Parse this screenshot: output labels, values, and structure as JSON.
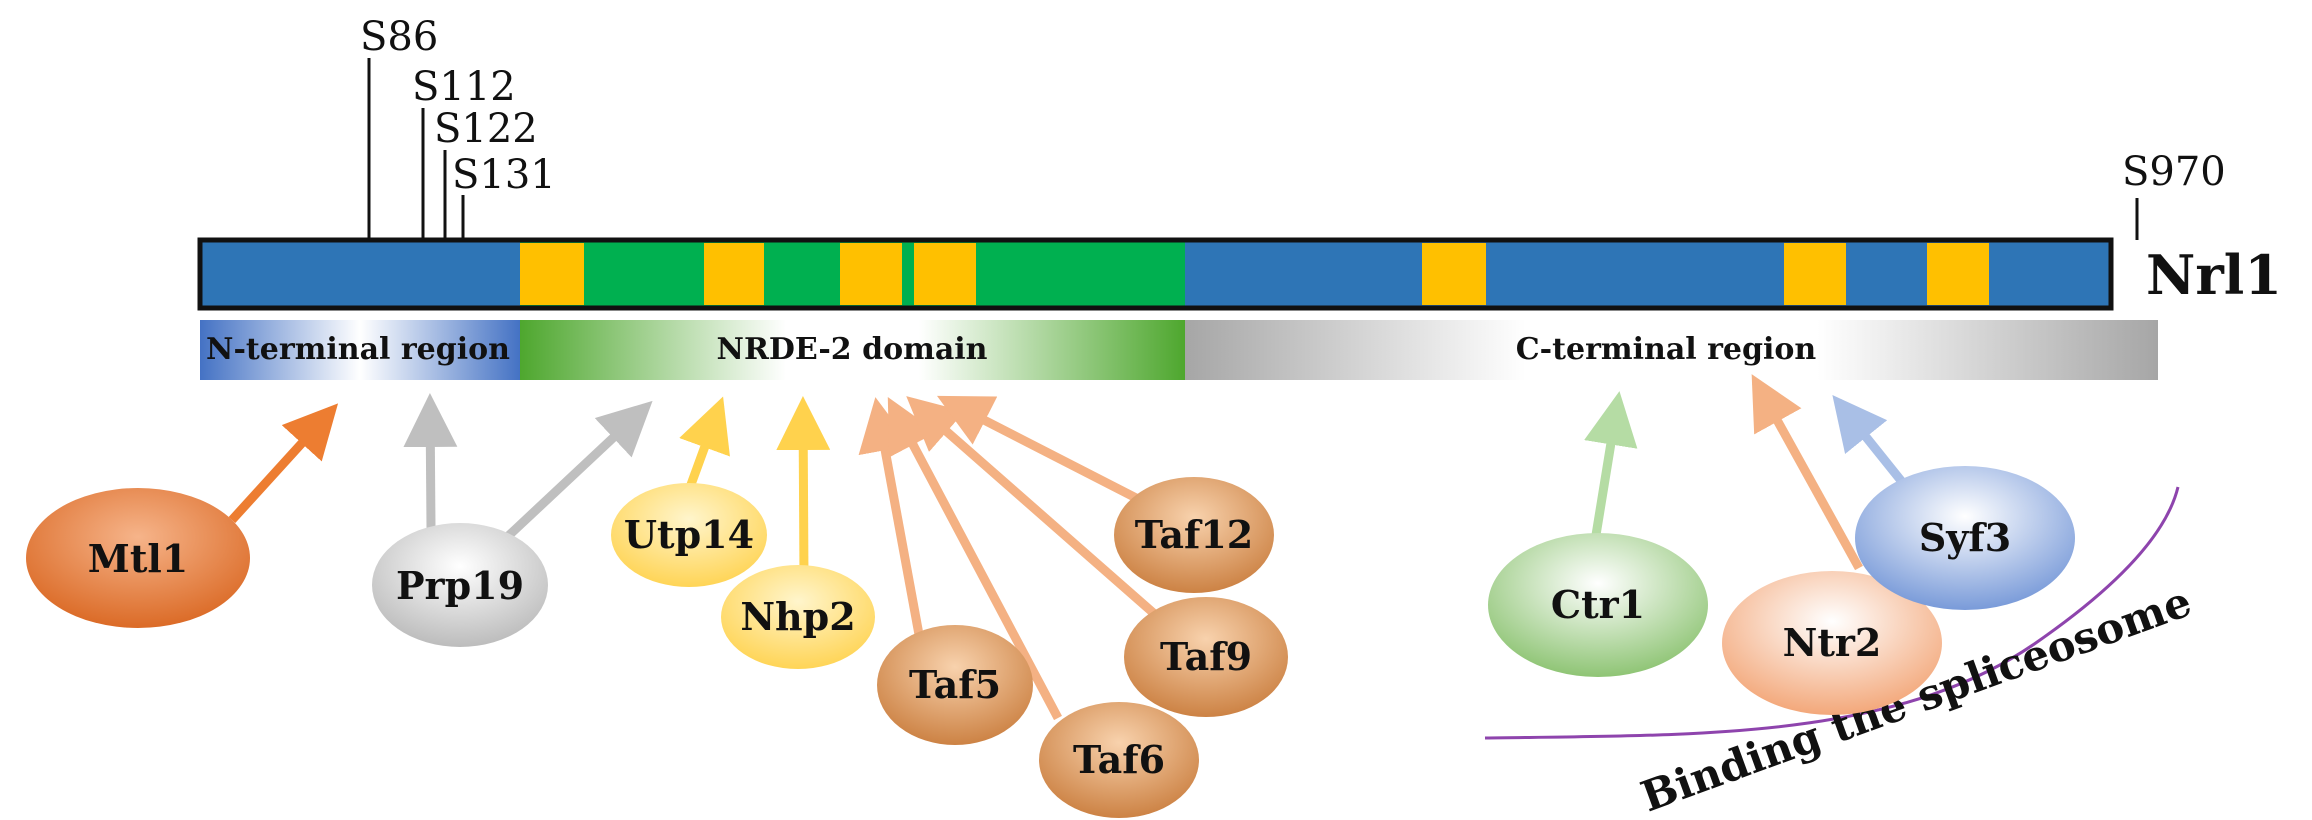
{
  "protein": {
    "name": "Nrl1",
    "colors": {
      "backbone": "#2e75b6",
      "domain": "#00b050",
      "motif": "#ffc000",
      "outline": "#111111"
    }
  },
  "sites": [
    {
      "label": "S86"
    },
    {
      "label": "S112"
    },
    {
      "label": "S122"
    },
    {
      "label": "S131"
    },
    {
      "label": "S970"
    }
  ],
  "regions": [
    {
      "label": "N-terminal region",
      "color": "#4472c4"
    },
    {
      "label": "NRDE-2 domain",
      "color": "#4ea72e"
    },
    {
      "label": "C-terminal region",
      "color": "#a6a6a6"
    }
  ],
  "partners": [
    {
      "label": "Mtl1",
      "color": "#e07b39"
    },
    {
      "label": "Prp19",
      "color": "#bfbfbf"
    },
    {
      "label": "Utp14",
      "color": "#ffd966"
    },
    {
      "label": "Nhp2",
      "color": "#ffd966"
    },
    {
      "label": "Taf5",
      "color": "#d9955a"
    },
    {
      "label": "Taf6",
      "color": "#d9955a"
    },
    {
      "label": "Taf9",
      "color": "#d9955a"
    },
    {
      "label": "Taf12",
      "color": "#d9955a"
    },
    {
      "label": "Ctr1",
      "color": "#93c47d"
    },
    {
      "label": "Ntr2",
      "color": "#f4b183"
    },
    {
      "label": "Syf3",
      "color": "#8eaadb"
    }
  ],
  "spliceosome": {
    "label": "Binding the spliceosome",
    "color": "#8e44ad"
  }
}
